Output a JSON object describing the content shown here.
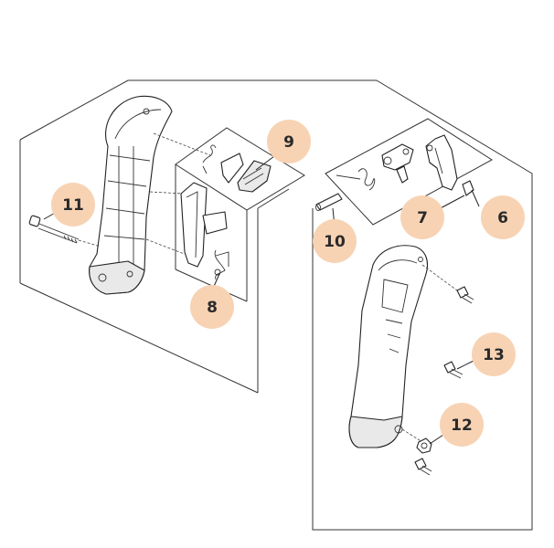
{
  "callouts": [
    {
      "id": "c6",
      "label": "6"
    },
    {
      "id": "c7",
      "label": "7"
    },
    {
      "id": "c8",
      "label": "8"
    },
    {
      "id": "c9",
      "label": "9"
    },
    {
      "id": "c10",
      "label": "10"
    },
    {
      "id": "c11",
      "label": "11"
    },
    {
      "id": "c12",
      "label": "12"
    },
    {
      "id": "c13",
      "label": "13"
    }
  ],
  "colors": {
    "callout_fill": "#f7d3b4",
    "line": "#222222"
  }
}
